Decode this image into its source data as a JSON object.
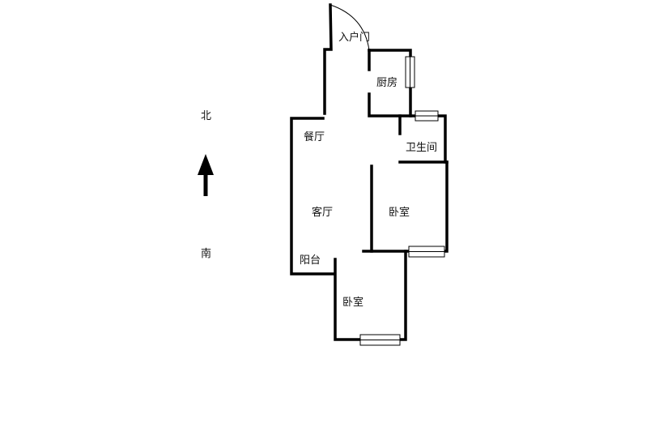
{
  "compass": {
    "north": "北",
    "south": "南",
    "arrow": "north-arrow"
  },
  "rooms": {
    "entrance": "入户门",
    "kitchen": "厨房",
    "dining": "餐厅",
    "bathroom": "卫生间",
    "living": "客厅",
    "bedroom_east": "卧室",
    "balcony": "阳台",
    "bedroom_south": "卧室"
  },
  "colors": {
    "wall": "#000000",
    "background": "#ffffff",
    "text": "#111111"
  }
}
